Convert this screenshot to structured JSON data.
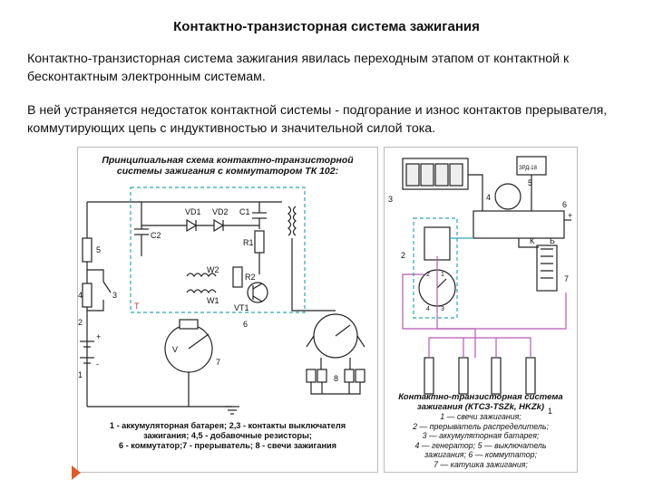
{
  "slide": {
    "title": "Контактно-транзисторная система зажигания",
    "para1": "Контактно-транзисторная система зажигания явилась переходным этапом от контактной к бесконтактным электронным системам.",
    "para2": "В ней устраняется недостаток контактной системы - подгорание и износ контактов прерывателя, коммутирующих цепь с индуктивностью и значительной силой тока."
  },
  "figure_left": {
    "title_line1": "Принципиальная схема контактно-транзисторной",
    "title_line2": "системы зажигания с коммутатором ТК 102:",
    "labels": {
      "vd1": "VD1",
      "vd2": "VD2",
      "c1": "C1",
      "c2": "C2",
      "r1": "R1",
      "r2": "R2",
      "w2": "W2",
      "w1": "W1",
      "vt1": "VT1",
      "t": "T",
      "n1": "1",
      "n2": "2",
      "n3": "3",
      "n4": "4",
      "n5": "5",
      "n6": "6",
      "n7": "7",
      "n8": "8",
      "v": "V",
      "plus": "+",
      "minus": "-"
    },
    "caption": [
      "1 - аккумуляторная батарея; 2,3 - контакты выключателя",
      "зажигания; 4,5 - добавочные резисторы;",
      "6 - коммутатор;7 - прерыватель; 8 - свечи зажигания"
    ]
  },
  "figure_right": {
    "labels": {
      "n1": "1",
      "n2": "2",
      "n3": "3",
      "n4": "4",
      "n5": "5",
      "n6": "6",
      "n7": "7",
      "k": "К",
      "b": "Б",
      "plus": "+",
      "zpd": "ЗРД-18",
      "t2": "2",
      "t1": "1",
      "t4": "4",
      "t3": "3"
    },
    "caption_title_1": "Контактно-транзисторная система",
    "caption_title_2": "зажигания (КТСЗ-TSZk, HKZk)",
    "caption": [
      "1 — свечи зажигания;",
      "2 — прерыватель распределитель;",
      "3 — аккумуляторная батарея;",
      "4 — генератор; 5 — выключатель",
      "зажигания; 6 — коммутатор;",
      "7 — катушка зажигания;"
    ]
  }
}
